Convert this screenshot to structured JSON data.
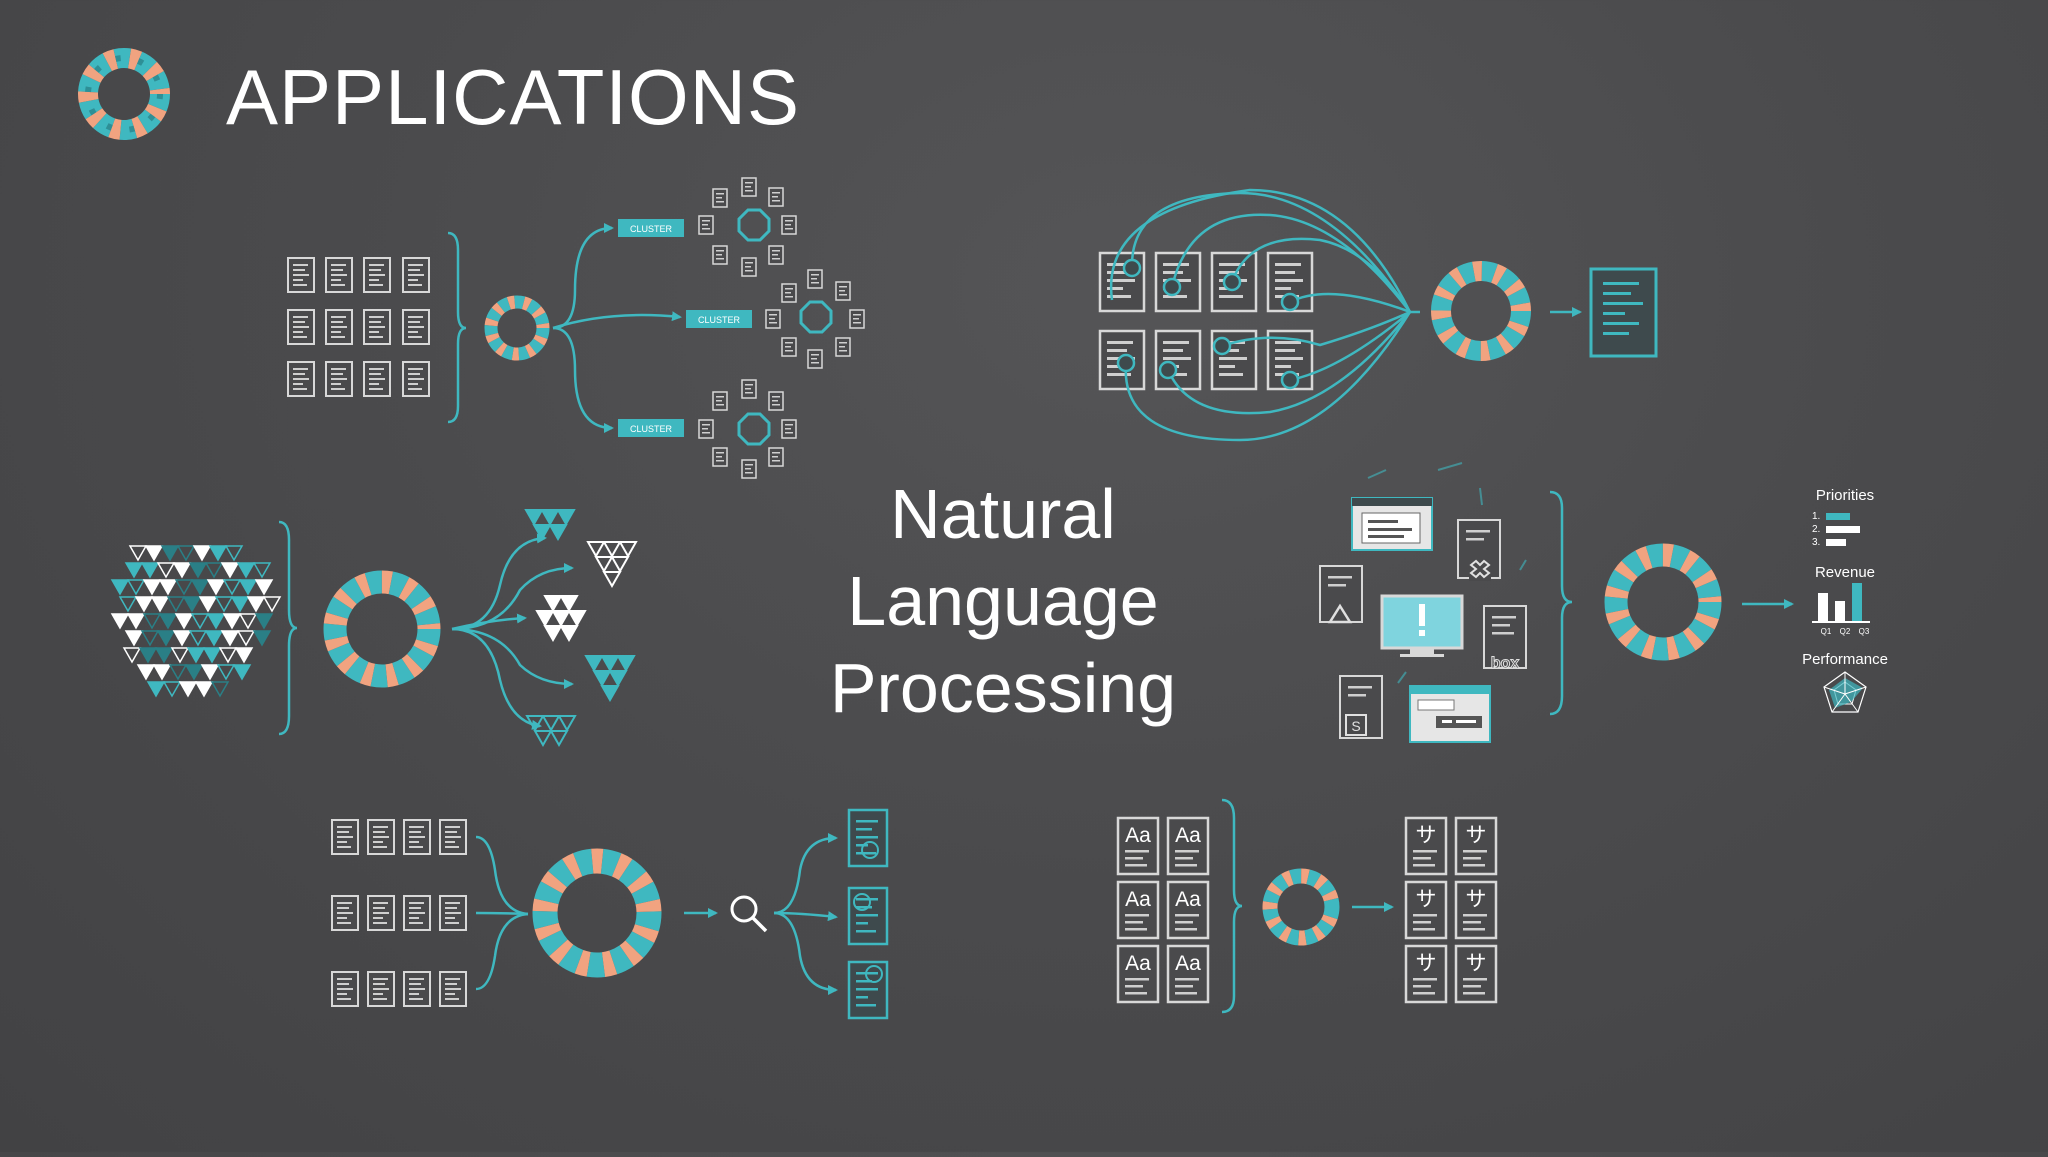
{
  "header": {
    "title": "APPLICATIONS"
  },
  "center": {
    "line1": "Natural",
    "line2": "Language",
    "line3": "Processing"
  },
  "clustering": {
    "cluster_label": "CLUSTER"
  },
  "dashboard": {
    "priorities_label": "Priorities",
    "priority_items": [
      "1.",
      "2.",
      "3."
    ],
    "revenue_label": "Revenue",
    "quarters": [
      "Q1",
      "Q2",
      "Q3"
    ],
    "performance_label": "Performance"
  },
  "sources": {
    "box_label": "box"
  },
  "translation": {
    "source_glyph": "Aa",
    "target_glyph": "サ"
  },
  "colors": {
    "accent": "#3fb8c0",
    "coral": "#f1a380",
    "background": "#4b4b4d"
  }
}
